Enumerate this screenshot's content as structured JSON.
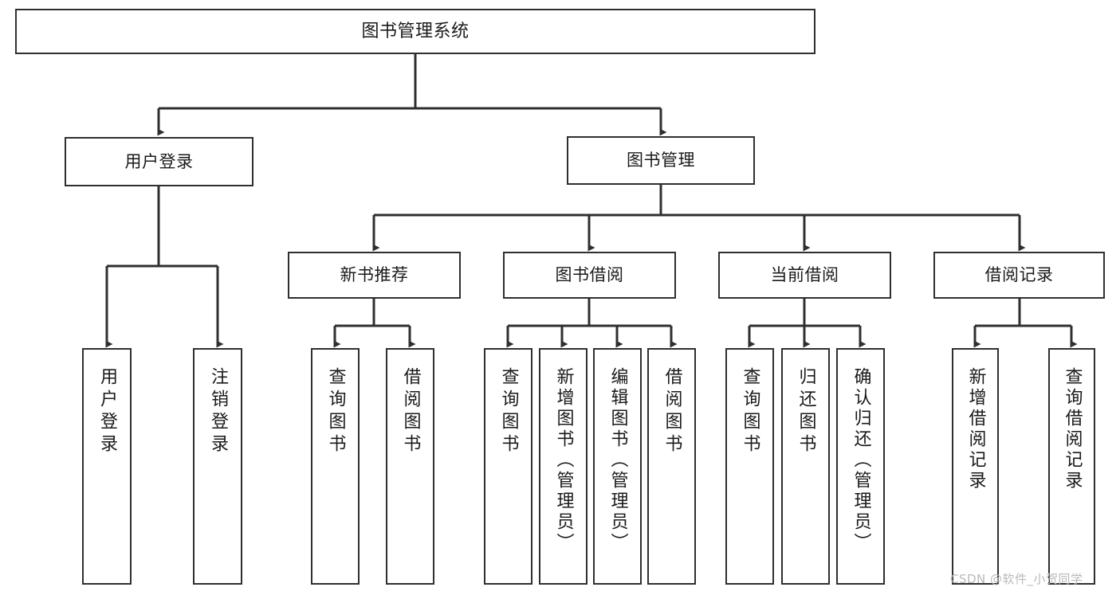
{
  "diagram": {
    "title": "图书管理系统",
    "type": "tree",
    "root": {
      "label": "图书管理系统"
    },
    "level2": [
      {
        "label": "用户登录"
      },
      {
        "label": "图书管理"
      }
    ],
    "level3": [
      {
        "label": "新书推荐"
      },
      {
        "label": "图书借阅"
      },
      {
        "label": "当前借阅"
      },
      {
        "label": "借阅记录"
      }
    ],
    "leaves": {
      "user_login": [
        {
          "label": "用户登录"
        },
        {
          "label": "注销登录"
        }
      ],
      "new_book_recommend": [
        {
          "label": "查询图书"
        },
        {
          "label": "借阅图书"
        }
      ],
      "book_borrow": [
        {
          "label": "查询图书"
        },
        {
          "label": "新增图书（管理员）"
        },
        {
          "label": "编辑图书（管理员）"
        },
        {
          "label": "借阅图书"
        }
      ],
      "current_borrow": [
        {
          "label": "查询图书"
        },
        {
          "label": "归还图书"
        },
        {
          "label": "确认归还（管理员）"
        }
      ],
      "borrow_record": [
        {
          "label": "新增借阅记录"
        },
        {
          "label": "查询借阅记录"
        }
      ]
    },
    "colors": {
      "stroke": "#2f2f2f",
      "fill": "#ffffff",
      "text": "#1a1a1a",
      "watermark": "#b9b9b9"
    }
  },
  "watermark": {
    "text": "CSDN @软件_小贺同学"
  }
}
